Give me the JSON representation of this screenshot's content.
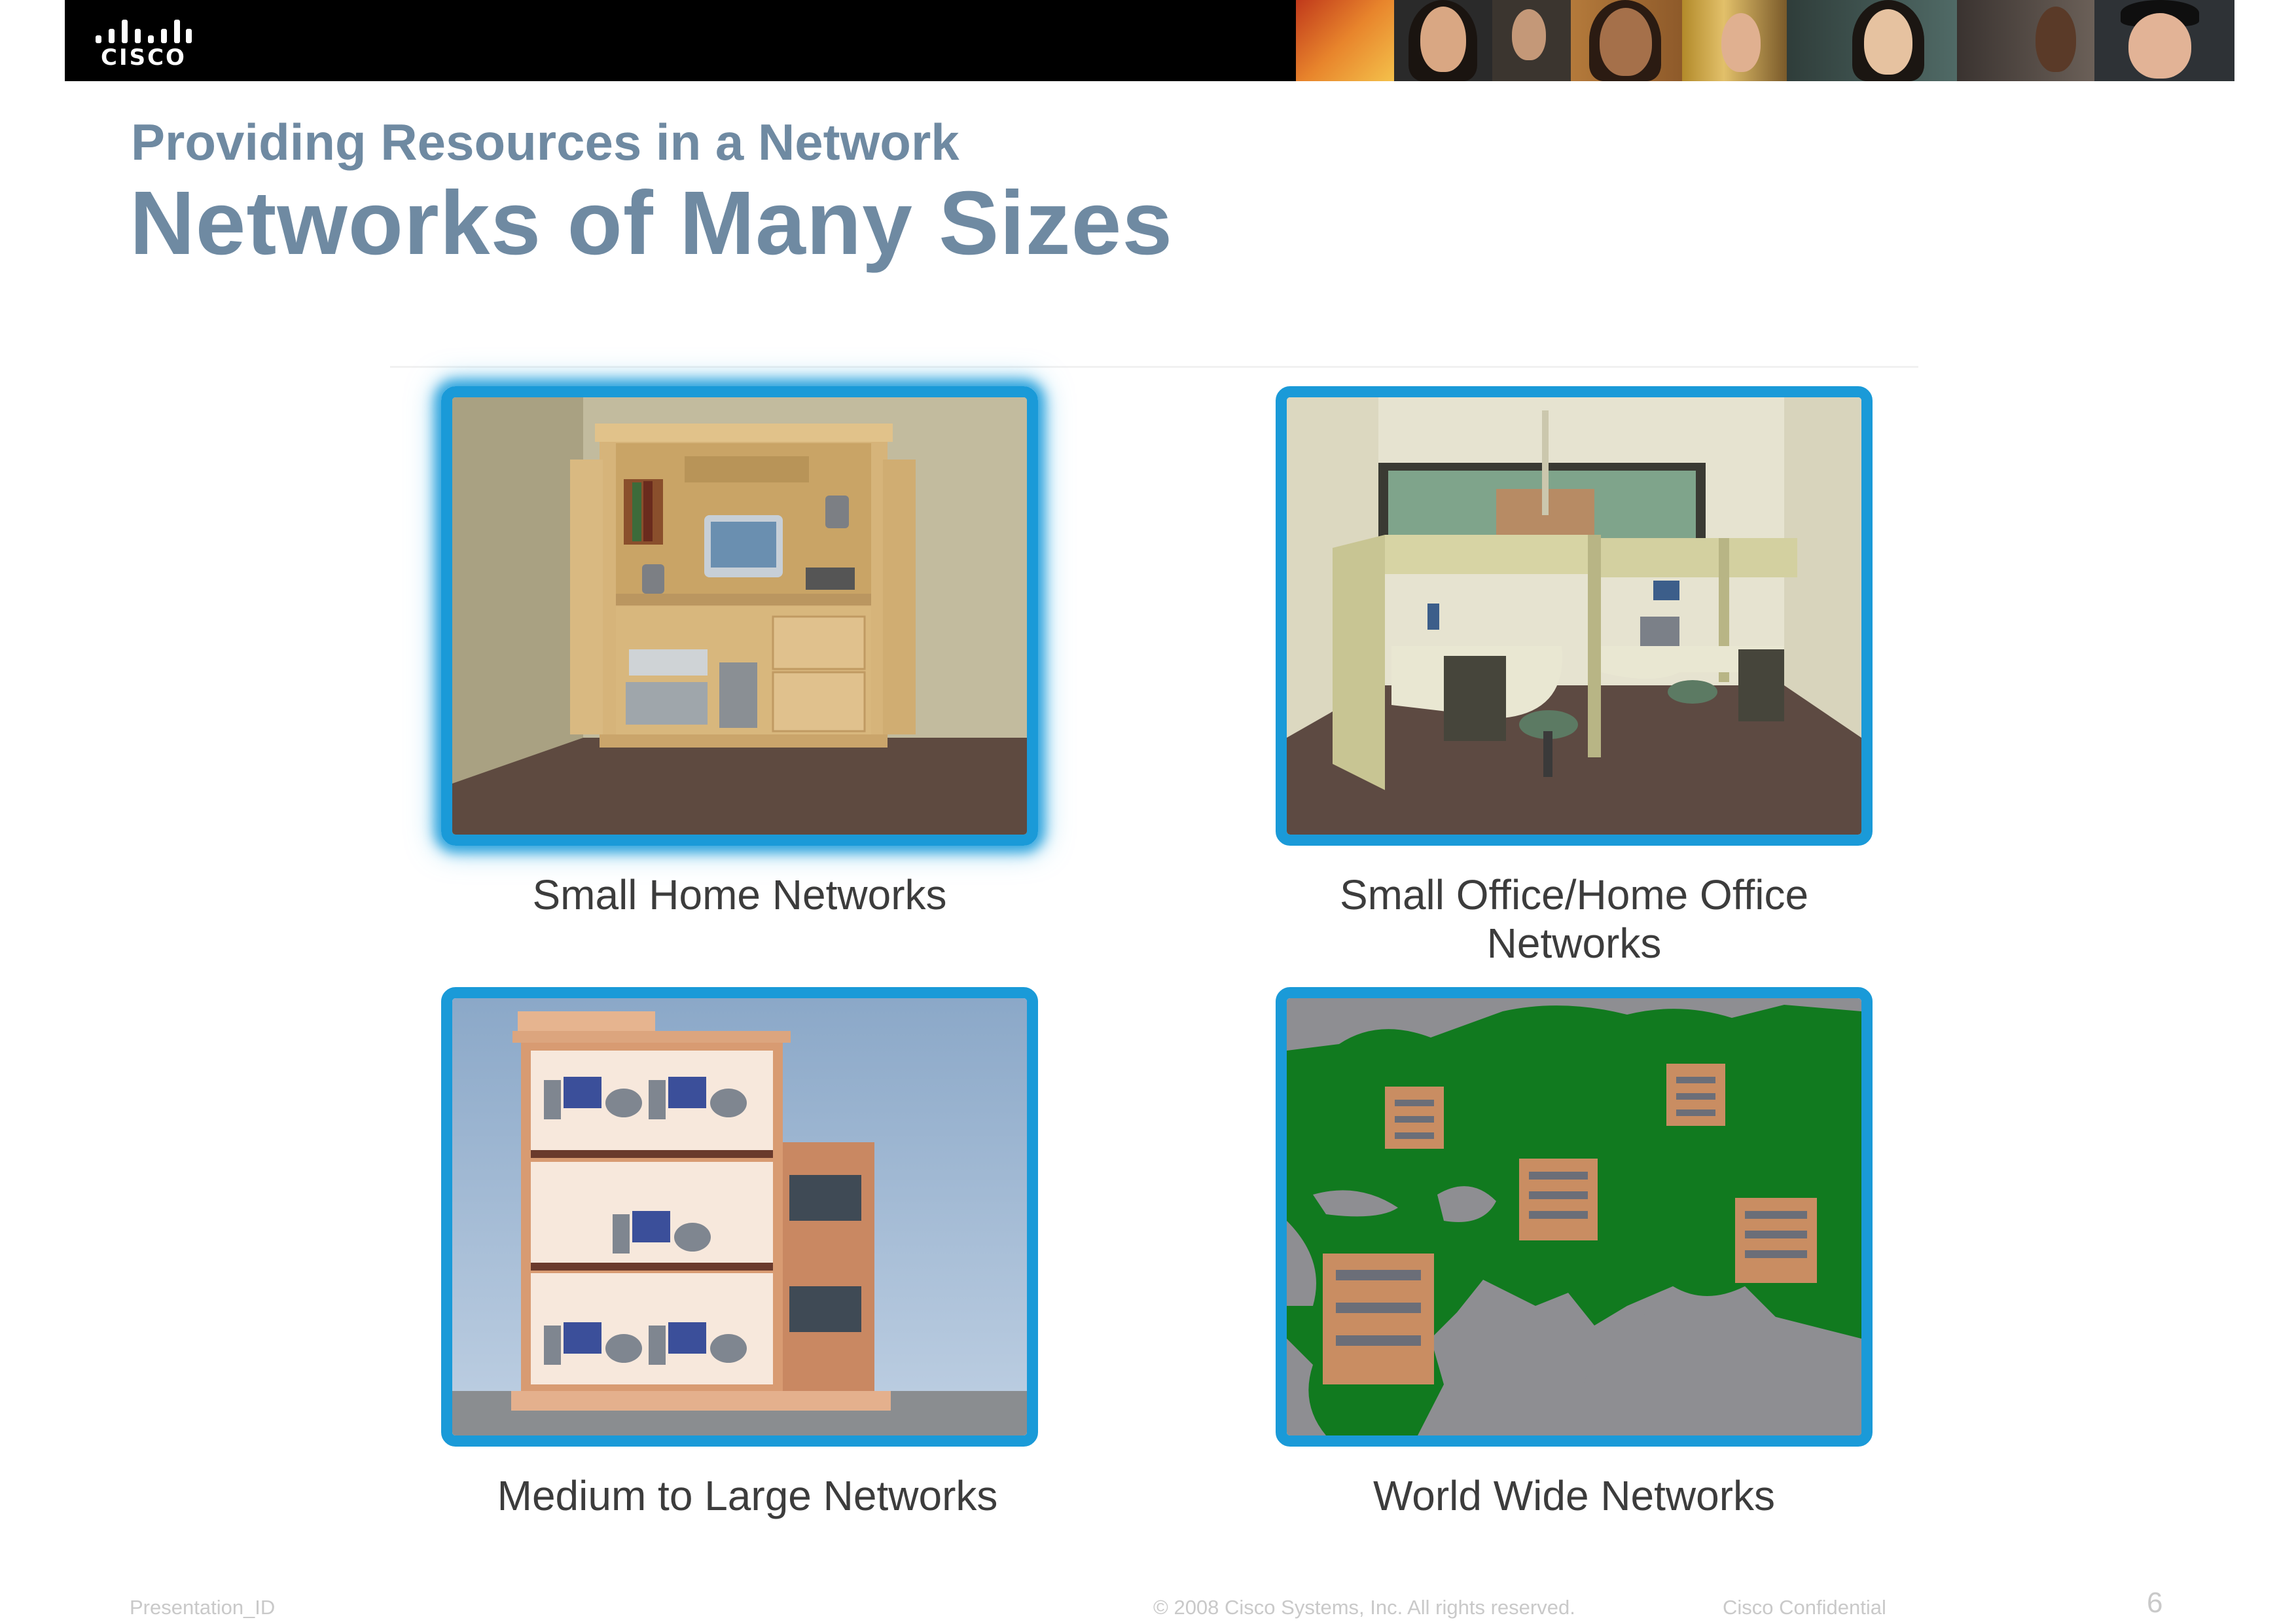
{
  "header": {
    "logo_text": "CISCO",
    "photo_strip": [
      "people-photo",
      "people-photo",
      "people-photo",
      "people-photo",
      "people-photo",
      "people-photo",
      "people-photo",
      "people-photo"
    ]
  },
  "slide": {
    "subtitle": "Providing Resources in a Network",
    "title": "Networks of Many Sizes"
  },
  "tiles": [
    {
      "label": "Small Home Networks",
      "selected": true
    },
    {
      "label_line1": "Small Office/Home Office",
      "label_line2": "Networks",
      "selected": false
    },
    {
      "label": "Medium to Large Networks",
      "selected": false
    },
    {
      "label": "World Wide Networks",
      "selected": false
    }
  ],
  "footer": {
    "presentation_id": "Presentation_ID",
    "copyright": "© 2008 Cisco Systems, Inc. All rights reserved.",
    "confidential": "Cisco Confidential",
    "page_number": "6"
  },
  "colors": {
    "title": "#6f8aa2",
    "tile_border": "#1a9ad8",
    "caption": "#3c3c3c",
    "footer": "#c9c9c9"
  }
}
